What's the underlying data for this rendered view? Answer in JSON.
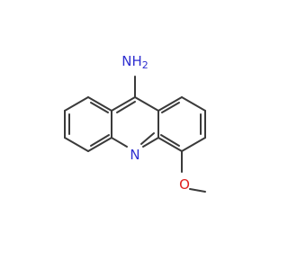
{
  "molecule": {
    "atoms": {
      "amine": "NH",
      "amine_subscript": "2",
      "ring_nitrogen": "N",
      "methoxy_oxygen": "O"
    },
    "colors": {
      "bond": "#3a3a3a",
      "nitrogen": "#2f2fd0",
      "oxygen": "#e0201f"
    }
  }
}
